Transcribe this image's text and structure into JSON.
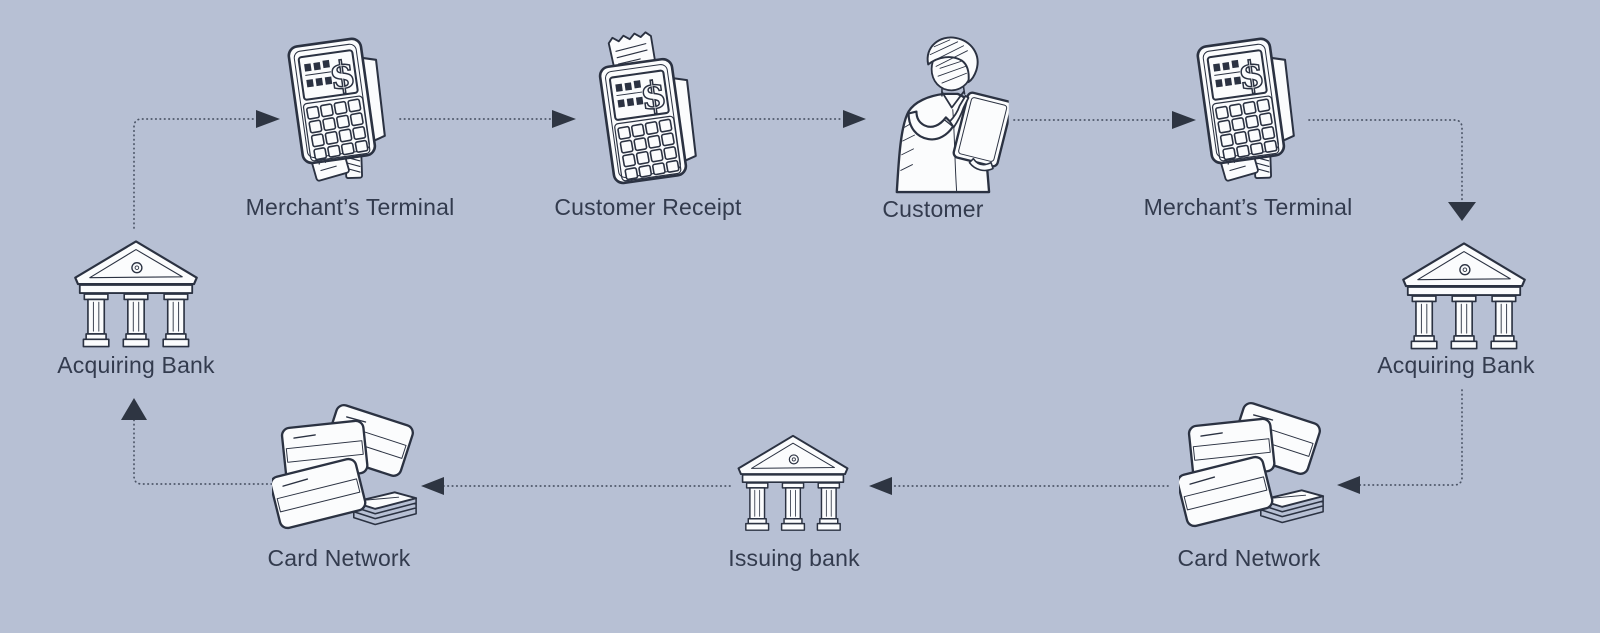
{
  "colors": {
    "bg": "#b7c0d4",
    "ink": "#2b3242",
    "paper": "#fbfcfd",
    "text": "#333b4e",
    "line": "#4b5466",
    "arrow": "#2e3542"
  },
  "nodes": {
    "merchant_terminal_1": {
      "label": "Merchant’s Terminal",
      "icon": "payment-terminal-icon"
    },
    "customer_receipt": {
      "label": "Customer Receipt",
      "icon": "receipt-terminal-icon"
    },
    "customer": {
      "label": "Customer",
      "icon": "customer-icon"
    },
    "merchant_terminal_2": {
      "label": "Merchant’s Terminal",
      "icon": "payment-terminal-icon"
    },
    "acquiring_bank_left": {
      "label": "Acquiring Bank",
      "icon": "bank-icon"
    },
    "acquiring_bank_right": {
      "label": "Acquiring Bank",
      "icon": "bank-icon"
    },
    "card_network_left": {
      "label": "Card Network",
      "icon": "credit-cards-icon"
    },
    "issuing_bank": {
      "label": "Issuing bank",
      "icon": "bank-icon"
    },
    "card_network_right": {
      "label": "Card Network",
      "icon": "credit-cards-icon"
    }
  },
  "edges": [
    {
      "from": "acquiring_bank_left",
      "to": "merchant_terminal_1"
    },
    {
      "from": "merchant_terminal_1",
      "to": "customer_receipt"
    },
    {
      "from": "customer_receipt",
      "to": "customer"
    },
    {
      "from": "customer",
      "to": "merchant_terminal_2"
    },
    {
      "from": "merchant_terminal_2",
      "to": "acquiring_bank_right"
    },
    {
      "from": "acquiring_bank_right",
      "to": "card_network_right"
    },
    {
      "from": "card_network_right",
      "to": "issuing_bank"
    },
    {
      "from": "issuing_bank",
      "to": "card_network_left"
    },
    {
      "from": "card_network_left",
      "to": "acquiring_bank_left"
    }
  ]
}
